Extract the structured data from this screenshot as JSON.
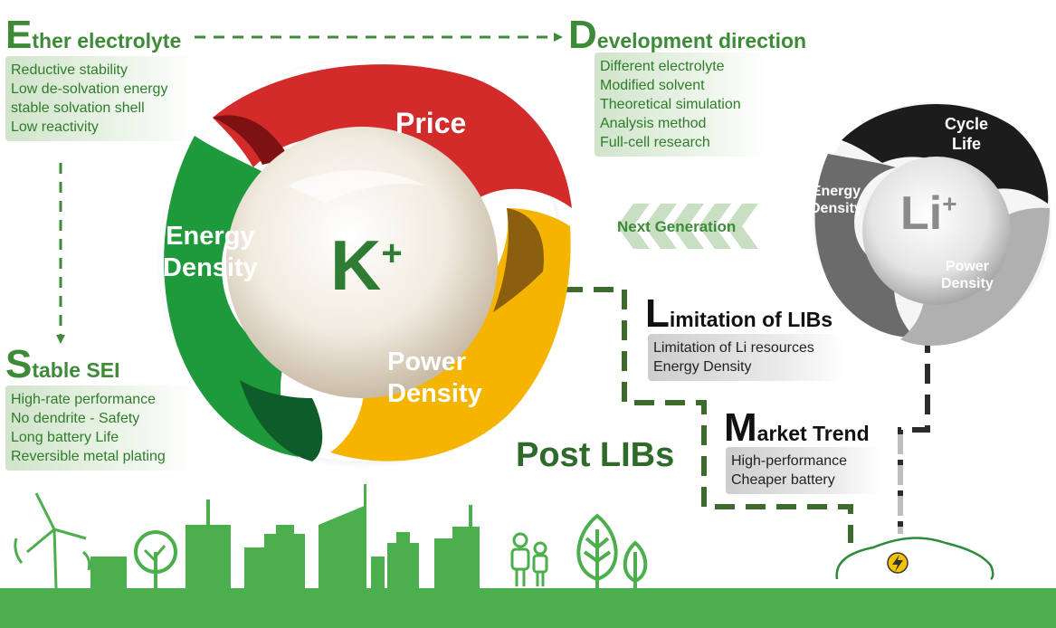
{
  "ether": {
    "initial": "E",
    "rest": "ther electrolyte",
    "items": [
      "Reductive stability",
      "Low de-solvation energy",
      "stable solvation shell",
      "Low reactivity"
    ]
  },
  "development": {
    "initial": "D",
    "rest": "evelopment direction",
    "items": [
      "Different electrolyte",
      "Modified solvent",
      "Theoretical simulation",
      "Analysis method",
      "Full-cell research"
    ]
  },
  "sei": {
    "initial": "S",
    "rest": "table SEI",
    "items": [
      "High-rate performance",
      "No dendrite - Safety",
      "Long battery Life",
      "Reversible metal plating"
    ]
  },
  "limitation": {
    "initial": "L",
    "rest": "imitation of LIBs",
    "items": [
      "Limitation of Li resources",
      "Energy Density"
    ]
  },
  "market": {
    "initial": "M",
    "rest": "arket Trend",
    "items": [
      "High-performance",
      "Cheaper battery"
    ]
  },
  "k_sphere": {
    "center": "K",
    "sup": "+",
    "price": "Price",
    "energy": [
      "Energy",
      "Density"
    ],
    "power": [
      "Power",
      "Density"
    ]
  },
  "li_sphere": {
    "center": "Li",
    "sup": "+",
    "cycle": [
      "Cycle",
      "Life"
    ],
    "energy": [
      "Energy",
      "Density"
    ],
    "power": [
      "Power",
      "Density"
    ]
  },
  "next_generation": "Next Generation",
  "post_libs": "Post LIBs",
  "colors": {
    "green": "#3d8b37",
    "red": "#d32a2a",
    "yellow": "#f4b400",
    "leafgreen": "#2ea43c",
    "city": "#4cae4c"
  }
}
